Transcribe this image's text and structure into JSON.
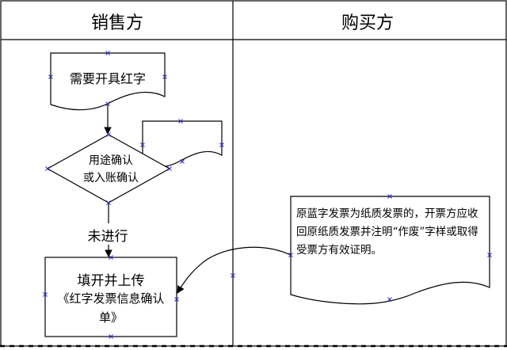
{
  "lanes": {
    "seller": "销售方",
    "buyer": "购买方"
  },
  "nodes": {
    "need_red_invoice": "需要开具红字",
    "confirm_purpose_line1": "用途确认",
    "confirm_purpose_line2": "或入账确认",
    "not_done": "未进行",
    "fill_upload_line1": "填开并上传",
    "fill_upload_line2": "《红字发票信息确认",
    "fill_upload_line3": "单》",
    "buyer_note": "原蓝字发票为纸质发票的，开票方应收回原纸质发票并注明“作废”字样或取得受票方有效证明。"
  }
}
